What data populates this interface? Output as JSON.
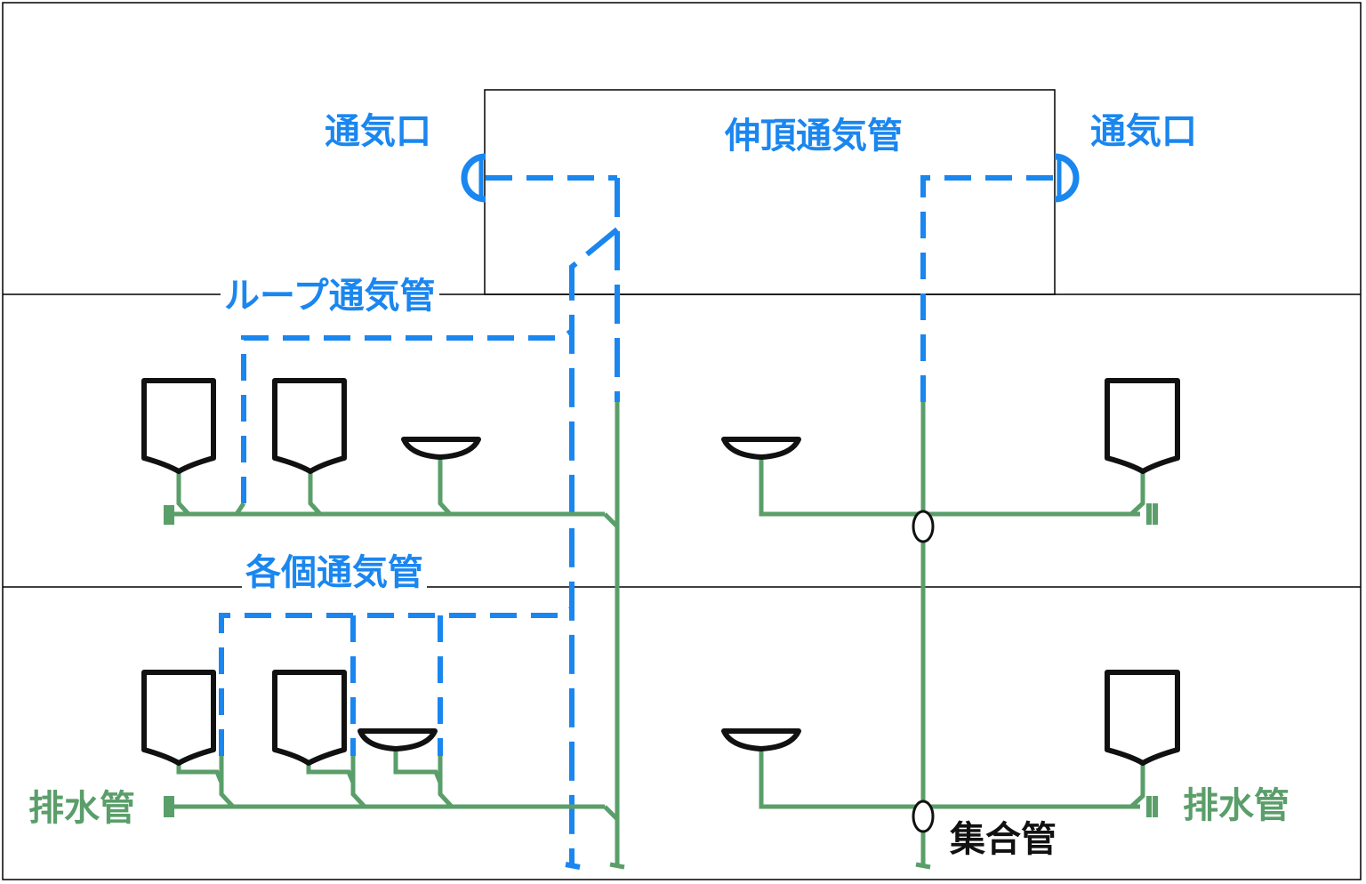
{
  "labels": {
    "vent_outlet_left": "通気口",
    "vent_outlet_right": "通気口",
    "stack_vent": "伸頂通気管",
    "loop_vent": "ループ通気管",
    "individual_vent": "各個通気管",
    "drain_pipe_left": "排水管",
    "drain_pipe_right": "排水管",
    "collector_pipe": "集合管"
  },
  "colors": {
    "vent": "#1a86f0",
    "drain": "#5a9e6a",
    "fixture": "#111111",
    "line": "#000000"
  }
}
